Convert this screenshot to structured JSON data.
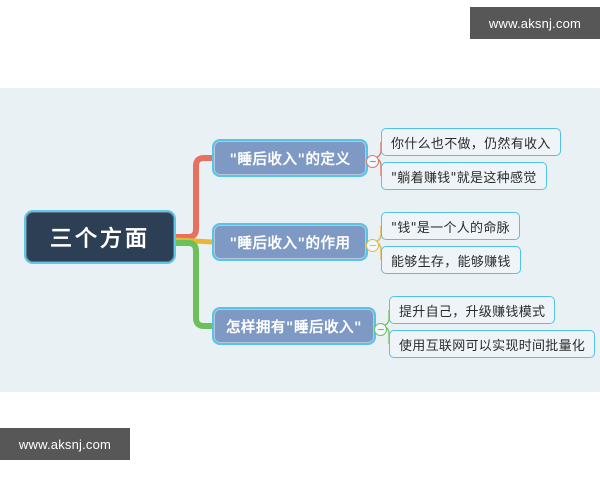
{
  "watermarks": {
    "top": "www.aksnj.com",
    "bottom": "www.aksnj.com"
  },
  "mindmap": {
    "root": {
      "label": "三个方面",
      "fill": "#2d3f55",
      "border": "#5ec8e8",
      "text_color": "#ffffff"
    },
    "branches": [
      {
        "label": "\"睡后收入\"的定义",
        "connector_color": "#e8705f",
        "collapse_icon": "minus-circle-icon",
        "collapsed": false,
        "children": [
          {
            "label": "你什么也不做，仍然有收入"
          },
          {
            "label": "\"躺着赚钱\"就是这种感觉"
          }
        ]
      },
      {
        "label": "\"睡后收入\"的作用",
        "connector_color": "#e8b830",
        "collapse_icon": "minus-circle-icon",
        "collapsed": false,
        "children": [
          {
            "label": "\"钱\"是一个人的命脉"
          },
          {
            "label": "能够生存，能够赚钱"
          }
        ]
      },
      {
        "label": "怎样拥有\"睡后收入\"",
        "connector_color": "#6cbf5a",
        "collapse_icon": "minus-circle-icon",
        "collapsed": false,
        "children": [
          {
            "label": "提升自己，升级赚钱模式"
          },
          {
            "label": "使用互联网可以实现时间批量化"
          }
        ]
      }
    ],
    "style": {
      "canvas_background": "#eaf1f4",
      "page_background": "#ffffff",
      "branch_fill": "#7e9ac4",
      "branch_border": "#56c4e6",
      "leaf_fill": "#eef4f7",
      "leaf_border": "#52c2e6",
      "watermark_background": "#575757"
    }
  }
}
